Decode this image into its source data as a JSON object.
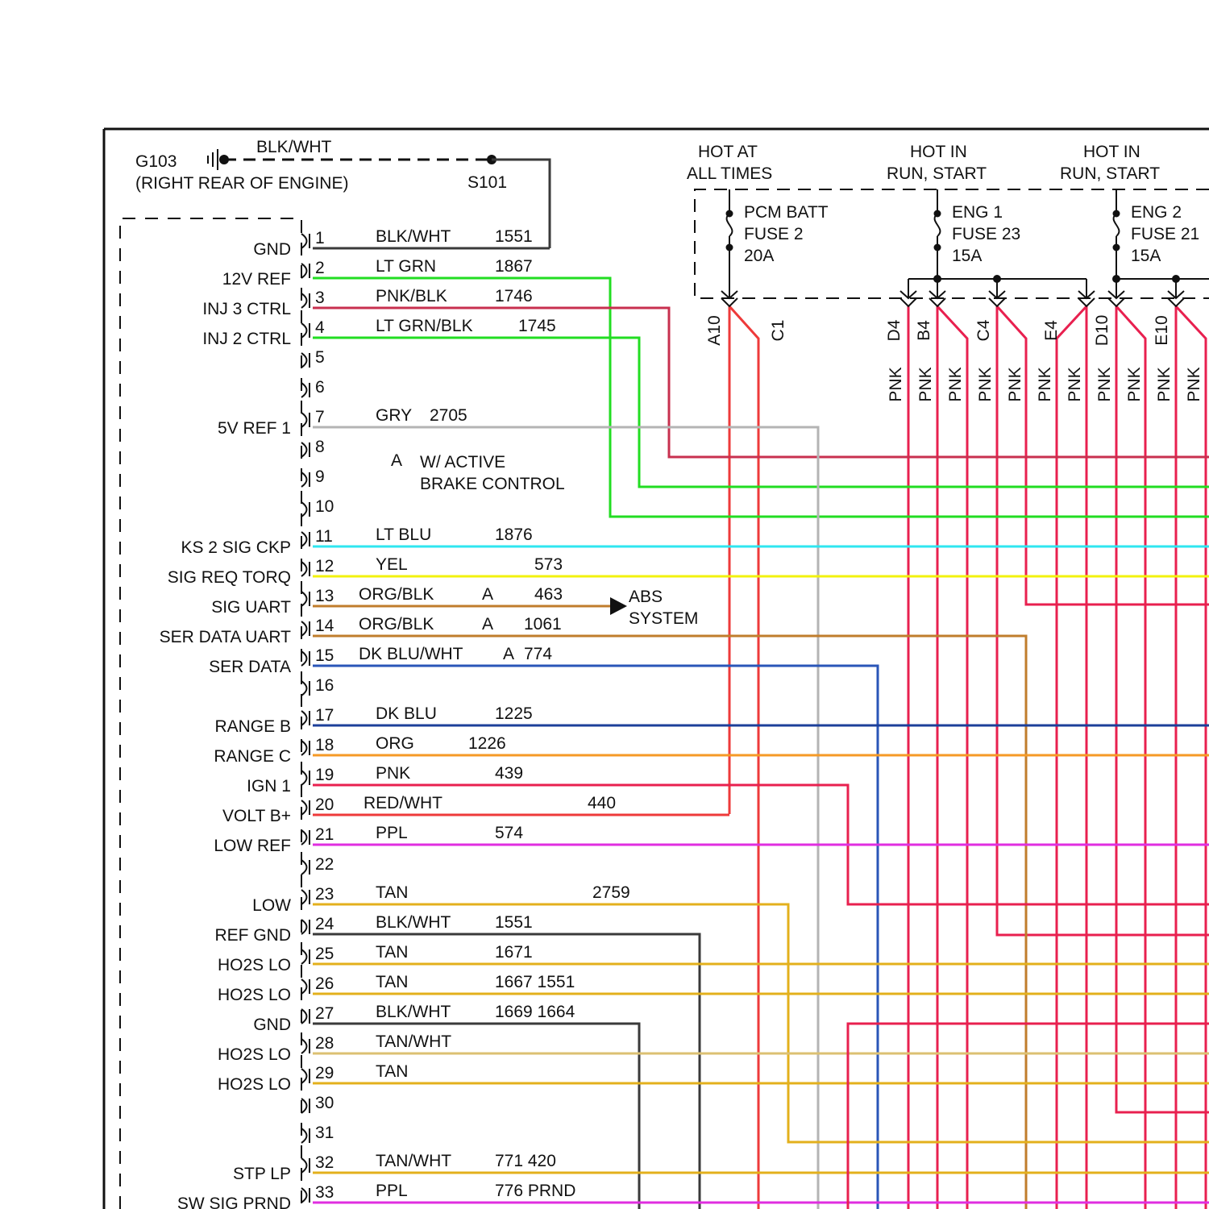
{
  "ground": {
    "id": "G103",
    "location": "(RIGHT REAR OF ENGINE)",
    "wire": "BLK/WHT",
    "splice": "S101"
  },
  "power_sources": [
    {
      "header": [
        "HOT AT",
        "ALL TIMES"
      ],
      "fuse": [
        "PCM BATT",
        "FUSE 2",
        "20A"
      ],
      "pins": [
        "A10",
        "C1"
      ]
    },
    {
      "header": [
        "HOT IN",
        "RUN, START"
      ],
      "fuse": [
        "ENG 1",
        "FUSE 23",
        "15A"
      ],
      "pins": [
        "D4",
        "B4",
        "C4",
        "E4"
      ]
    },
    {
      "header": [
        "HOT IN",
        "RUN, START"
      ],
      "fuse": [
        "ENG 2",
        "FUSE 21",
        "15A"
      ],
      "pins": [
        "D10",
        "E10"
      ]
    }
  ],
  "pnk_label": "PNK",
  "note": {
    "letter": "A",
    "text": [
      "W/ ACTIVE",
      "BRAKE CONTROL"
    ]
  },
  "abs": [
    "ABS",
    "SYSTEM"
  ],
  "colors": {
    "BLK": "#3a3a3a",
    "LTGRN": "#22dd22",
    "PNKBLK": "#c8304f",
    "GRY": "#b4b4b4",
    "LTBLU": "#2fe6f0",
    "YEL": "#f2f20e",
    "ORG": "#f59a26",
    "ORGBLK": "#c07d2c",
    "DKBLU": "#1c3f9a",
    "DKBLUWHT": "#2a56b8",
    "PNK": "#e8204f",
    "RED": "#ee3a3a",
    "PPL": "#e02ee0",
    "TAN": "#e3b01c",
    "TANWHT": "#dcc072"
  },
  "pins": [
    {
      "num": "1",
      "signal": "GND",
      "wire": "BLK/WHT",
      "circuit": "1551"
    },
    {
      "num": "2",
      "signal": "12V REF",
      "wire": "LT GRN",
      "circuit": "1867"
    },
    {
      "num": "3",
      "signal": "INJ 3 CTRL",
      "wire": "PNK/BLK",
      "circuit": "1746"
    },
    {
      "num": "4",
      "signal": "INJ 2 CTRL",
      "wire": "LT GRN/BLK",
      "circuit": "1745"
    },
    {
      "num": "5",
      "signal": "",
      "wire": "",
      "circuit": ""
    },
    {
      "num": "6",
      "signal": "",
      "wire": "",
      "circuit": ""
    },
    {
      "num": "7",
      "signal": "5V REF 1",
      "wire": "GRY",
      "circuit": "2705"
    },
    {
      "num": "8",
      "signal": "",
      "wire": "",
      "circuit": ""
    },
    {
      "num": "9",
      "signal": "",
      "wire": "",
      "circuit": ""
    },
    {
      "num": "10",
      "signal": "",
      "wire": "",
      "circuit": ""
    },
    {
      "num": "11",
      "signal": "KS 2 SIG CKP",
      "wire": "LT BLU",
      "circuit": "1876"
    },
    {
      "num": "12",
      "signal": "SIG REQ TORQ",
      "wire": "YEL",
      "circuit": "573"
    },
    {
      "num": "13",
      "signal": "SIG UART",
      "wire": "ORG/BLK",
      "circuit": "463",
      "flag": "A"
    },
    {
      "num": "14",
      "signal": "SER DATA UART",
      "wire": "ORG/BLK",
      "circuit": "1061",
      "flag": "A"
    },
    {
      "num": "15",
      "signal": "SER DATA",
      "wire": "DK BLU/WHT",
      "circuit": "774",
      "flag": "A"
    },
    {
      "num": "16",
      "signal": "",
      "wire": "",
      "circuit": ""
    },
    {
      "num": "17",
      "signal": "RANGE B",
      "wire": "DK BLU",
      "circuit": "1225"
    },
    {
      "num": "18",
      "signal": "RANGE C",
      "wire": "ORG",
      "circuit": "1226"
    },
    {
      "num": "19",
      "signal": "IGN 1",
      "wire": "PNK",
      "circuit": "439"
    },
    {
      "num": "20",
      "signal": "VOLT B+",
      "wire": "RED/WHT",
      "circuit": "440"
    },
    {
      "num": "21",
      "signal": "LOW REF",
      "wire": "PPL",
      "circuit": "574"
    },
    {
      "num": "22",
      "signal": "",
      "wire": "",
      "circuit": ""
    },
    {
      "num": "23",
      "signal": "LOW",
      "wire": "TAN",
      "circuit": "2759"
    },
    {
      "num": "24",
      "signal": "REF GND",
      "wire": "BLK/WHT",
      "circuit": "1551"
    },
    {
      "num": "25",
      "signal": "HO2S LO",
      "wire": "TAN",
      "circuit": "1671"
    },
    {
      "num": "26",
      "signal": "HO2S LO",
      "wire": "TAN",
      "circuit": "1667 1551"
    },
    {
      "num": "27",
      "signal": "GND",
      "wire": "BLK/WHT",
      "circuit": "1669 1664"
    },
    {
      "num": "28",
      "signal": "HO2S LO",
      "wire": "TAN/WHT",
      "circuit": ""
    },
    {
      "num": "29",
      "signal": "HO2S LO",
      "wire": "TAN",
      "circuit": ""
    },
    {
      "num": "30",
      "signal": "",
      "wire": "",
      "circuit": ""
    },
    {
      "num": "31",
      "signal": "",
      "wire": "",
      "circuit": ""
    },
    {
      "num": "32",
      "signal": "STP LP",
      "wire": "TAN/WHT",
      "circuit": "771 420"
    },
    {
      "num": "33",
      "signal": "SW SIG PRND",
      "wire": "PPL",
      "circuit": "776 PRND"
    }
  ]
}
